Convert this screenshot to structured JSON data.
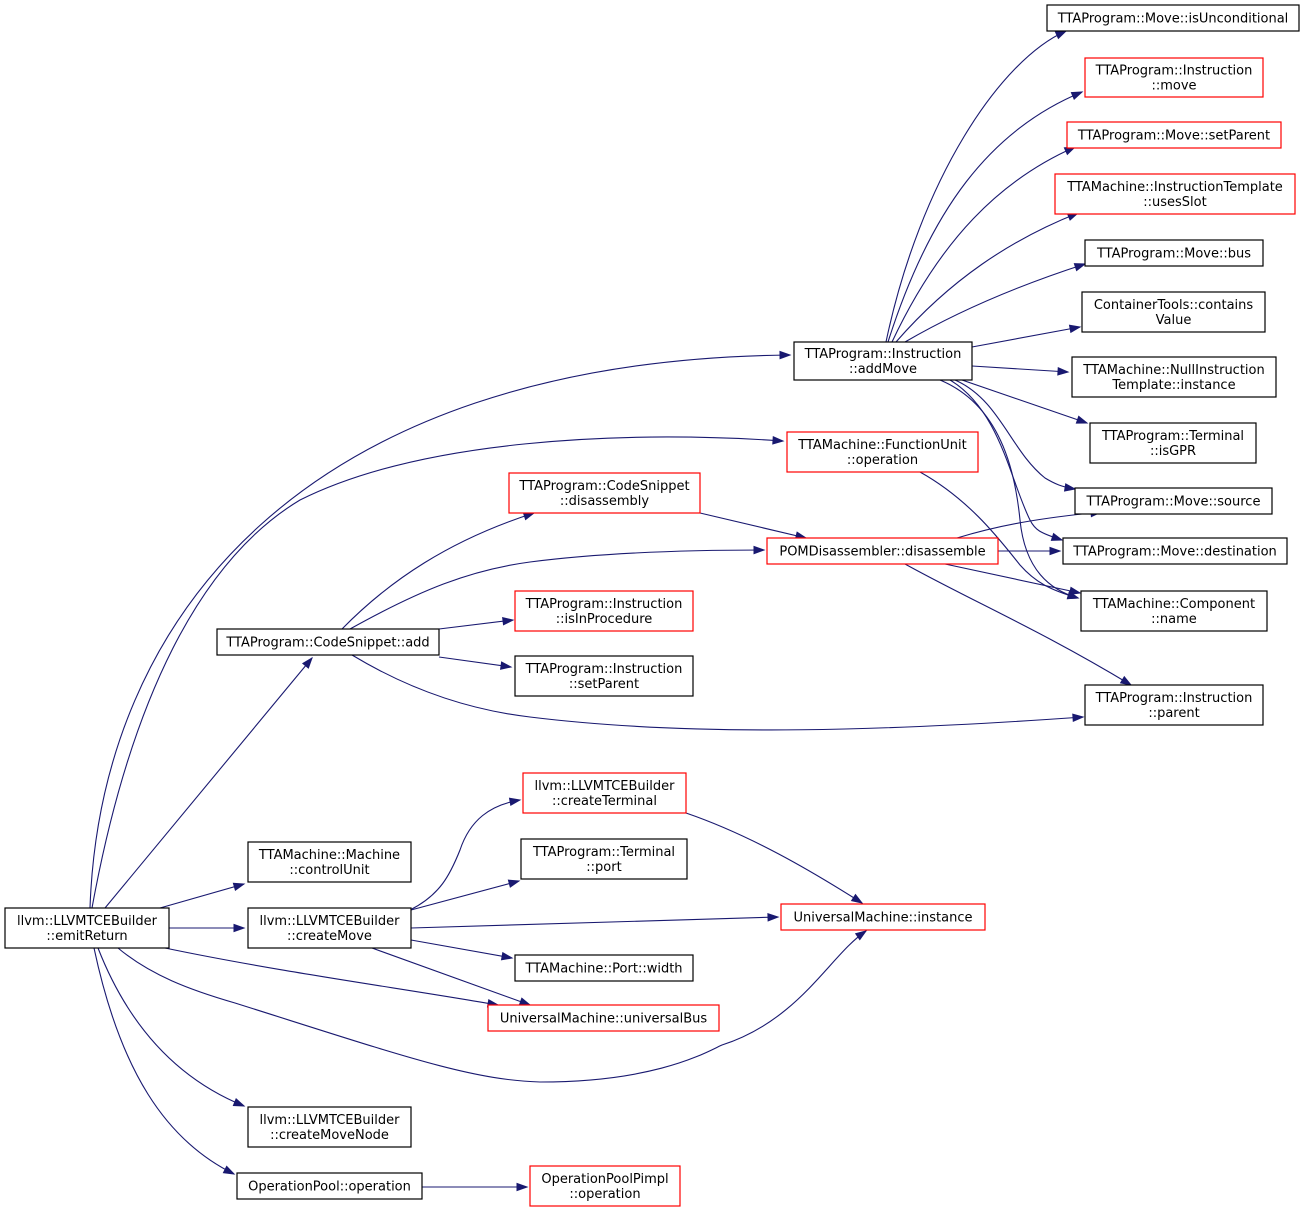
{
  "colors": {
    "root_fill": "#bfbfbf",
    "normal_border": "#000000",
    "truncated_border": "#ff0000",
    "edge": "#191970"
  },
  "nodes": [
    {
      "id": "emitReturn",
      "lines": [
        "llvm::LLVMTCEBuilder",
        "::emitReturn"
      ],
      "kind": "root"
    },
    {
      "id": "isUnconditional",
      "lines": [
        "TTAProgram::Move::isUnconditional"
      ],
      "kind": "normal"
    },
    {
      "id": "instrMove",
      "lines": [
        "TTAProgram::Instruction",
        "::move"
      ],
      "kind": "truncated"
    },
    {
      "id": "moveSetParent",
      "lines": [
        "TTAProgram::Move::setParent"
      ],
      "kind": "truncated"
    },
    {
      "id": "usesSlot",
      "lines": [
        "TTAMachine::InstructionTemplate",
        "::usesSlot"
      ],
      "kind": "truncated"
    },
    {
      "id": "moveBus",
      "lines": [
        "TTAProgram::Move::bus"
      ],
      "kind": "normal"
    },
    {
      "id": "containsValue",
      "lines": [
        "ContainerTools::contains",
        "Value"
      ],
      "kind": "normal"
    },
    {
      "id": "addMove",
      "lines": [
        "TTAProgram::Instruction",
        "::addMove"
      ],
      "kind": "normal"
    },
    {
      "id": "nullInstance",
      "lines": [
        "TTAMachine::NullInstruction",
        "Template::instance"
      ],
      "kind": "normal"
    },
    {
      "id": "fuOperation",
      "lines": [
        "TTAMachine::FunctionUnit",
        "::operation"
      ],
      "kind": "truncated"
    },
    {
      "id": "isGPR",
      "lines": [
        "TTAProgram::Terminal",
        "::isGPR"
      ],
      "kind": "normal"
    },
    {
      "id": "csDisassembly",
      "lines": [
        "TTAProgram::CodeSnippet",
        "::disassembly"
      ],
      "kind": "truncated"
    },
    {
      "id": "moveSource",
      "lines": [
        "TTAProgram::Move::source"
      ],
      "kind": "normal"
    },
    {
      "id": "pomDisassemble",
      "lines": [
        "POMDisassembler::disassemble"
      ],
      "kind": "truncated"
    },
    {
      "id": "moveDestination",
      "lines": [
        "TTAProgram::Move::destination"
      ],
      "kind": "normal"
    },
    {
      "id": "isInProcedure",
      "lines": [
        "TTAProgram::Instruction",
        "::isInProcedure"
      ],
      "kind": "truncated"
    },
    {
      "id": "componentName",
      "lines": [
        "TTAMachine::Component",
        "::name"
      ],
      "kind": "normal"
    },
    {
      "id": "csAdd",
      "lines": [
        "TTAProgram::CodeSnippet::add"
      ],
      "kind": "normal"
    },
    {
      "id": "instrSetParent",
      "lines": [
        "TTAProgram::Instruction",
        "::setParent"
      ],
      "kind": "normal"
    },
    {
      "id": "instrParent",
      "lines": [
        "TTAProgram::Instruction",
        "::parent"
      ],
      "kind": "normal"
    },
    {
      "id": "createTerminal",
      "lines": [
        "llvm::LLVMTCEBuilder",
        "::createTerminal"
      ],
      "kind": "truncated"
    },
    {
      "id": "controlUnit",
      "lines": [
        "TTAMachine::Machine",
        "::controlUnit"
      ],
      "kind": "normal"
    },
    {
      "id": "terminalPort",
      "lines": [
        "TTAProgram::Terminal",
        "::port"
      ],
      "kind": "normal"
    },
    {
      "id": "createMove",
      "lines": [
        "llvm::LLVMTCEBuilder",
        "::createMove"
      ],
      "kind": "normal"
    },
    {
      "id": "umInstance",
      "lines": [
        "UniversalMachine::instance"
      ],
      "kind": "truncated"
    },
    {
      "id": "portWidth",
      "lines": [
        "TTAMachine::Port::width"
      ],
      "kind": "normal"
    },
    {
      "id": "universalBus",
      "lines": [
        "UniversalMachine::universalBus"
      ],
      "kind": "truncated"
    },
    {
      "id": "createMoveNode",
      "lines": [
        "llvm::LLVMTCEBuilder",
        "::createMoveNode"
      ],
      "kind": "normal"
    },
    {
      "id": "opPoolOperation",
      "lines": [
        "OperationPool::operation"
      ],
      "kind": "normal"
    },
    {
      "id": "opPoolPimplOperation",
      "lines": [
        "OperationPoolPimpl",
        "::operation"
      ],
      "kind": "truncated"
    }
  ],
  "edges": [
    [
      "emitReturn",
      "addMove"
    ],
    [
      "emitReturn",
      "fuOperation"
    ],
    [
      "emitReturn",
      "csAdd"
    ],
    [
      "emitReturn",
      "controlUnit"
    ],
    [
      "emitReturn",
      "createMove"
    ],
    [
      "emitReturn",
      "universalBus"
    ],
    [
      "emitReturn",
      "umInstance"
    ],
    [
      "emitReturn",
      "createMoveNode"
    ],
    [
      "emitReturn",
      "opPoolOperation"
    ],
    [
      "addMove",
      "isUnconditional"
    ],
    [
      "addMove",
      "instrMove"
    ],
    [
      "addMove",
      "moveSetParent"
    ],
    [
      "addMove",
      "usesSlot"
    ],
    [
      "addMove",
      "moveBus"
    ],
    [
      "addMove",
      "containsValue"
    ],
    [
      "addMove",
      "nullInstance"
    ],
    [
      "addMove",
      "isGPR"
    ],
    [
      "addMove",
      "moveSource"
    ],
    [
      "addMove",
      "moveDestination"
    ],
    [
      "addMove",
      "componentName"
    ],
    [
      "fuOperation",
      "componentName"
    ],
    [
      "csDisassembly",
      "pomDisassemble"
    ],
    [
      "pomDisassemble",
      "moveSource"
    ],
    [
      "pomDisassemble",
      "moveDestination"
    ],
    [
      "pomDisassemble",
      "componentName"
    ],
    [
      "pomDisassemble",
      "instrParent"
    ],
    [
      "csAdd",
      "csDisassembly"
    ],
    [
      "csAdd",
      "pomDisassemble"
    ],
    [
      "csAdd",
      "isInProcedure"
    ],
    [
      "csAdd",
      "instrSetParent"
    ],
    [
      "csAdd",
      "instrParent"
    ],
    [
      "createMove",
      "createTerminal"
    ],
    [
      "createMove",
      "terminalPort"
    ],
    [
      "createMove",
      "umInstance"
    ],
    [
      "createMove",
      "portWidth"
    ],
    [
      "createMove",
      "universalBus"
    ],
    [
      "createTerminal",
      "umInstance"
    ],
    [
      "opPoolOperation",
      "opPoolPimplOperation"
    ]
  ]
}
